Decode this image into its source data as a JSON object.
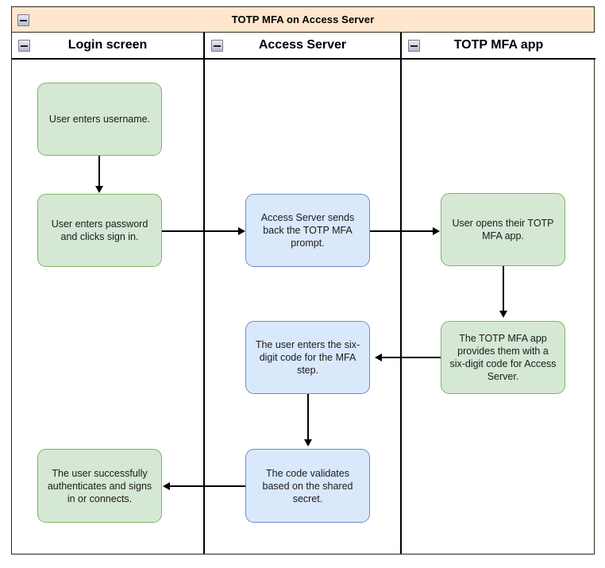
{
  "diagram": {
    "title": "TOTP MFA on Access Server",
    "collapse_icon": "minus-icon",
    "lanes": [
      {
        "id": "login-screen",
        "label": "Login screen"
      },
      {
        "id": "access-server",
        "label": "Access Server"
      },
      {
        "id": "totp-mfa-app",
        "label": "TOTP MFA app"
      }
    ],
    "nodes": [
      {
        "id": "n1",
        "lane": "login-screen",
        "color": "green",
        "text": "User enters username."
      },
      {
        "id": "n2",
        "lane": "login-screen",
        "color": "green",
        "text": "User enters password and clicks sign in."
      },
      {
        "id": "n3",
        "lane": "access-server",
        "color": "blue",
        "text": "Access Server sends back the TOTP MFA prompt."
      },
      {
        "id": "n4",
        "lane": "totp-mfa-app",
        "color": "green",
        "text": "User opens their TOTP MFA app."
      },
      {
        "id": "n5",
        "lane": "totp-mfa-app",
        "color": "green",
        "text": "The TOTP MFA app provides them with a six-digit code for Access Server."
      },
      {
        "id": "n6",
        "lane": "access-server",
        "color": "blue",
        "text": "The user enters the six-digit code for the MFA step."
      },
      {
        "id": "n7",
        "lane": "access-server",
        "color": "blue",
        "text": "The code validates based on the shared secret."
      },
      {
        "id": "n8",
        "lane": "login-screen",
        "color": "green",
        "text": "The user successfully authenticates and signs in or connects."
      }
    ],
    "edges": [
      {
        "from": "n1",
        "to": "n2",
        "direction": "down"
      },
      {
        "from": "n2",
        "to": "n3",
        "direction": "right"
      },
      {
        "from": "n3",
        "to": "n4",
        "direction": "right"
      },
      {
        "from": "n4",
        "to": "n5",
        "direction": "down"
      },
      {
        "from": "n5",
        "to": "n6",
        "direction": "left"
      },
      {
        "from": "n6",
        "to": "n7",
        "direction": "down"
      },
      {
        "from": "n7",
        "to": "n8",
        "direction": "left"
      }
    ],
    "colors": {
      "pool_title_fill": "#ffe6cc",
      "pool_border": "#2f2a16",
      "green_fill": "#d5e8d4",
      "green_stroke": "#82b366",
      "blue_fill": "#dae8fc",
      "blue_stroke": "#6c8ebf",
      "edge_stroke": "#000000"
    }
  }
}
